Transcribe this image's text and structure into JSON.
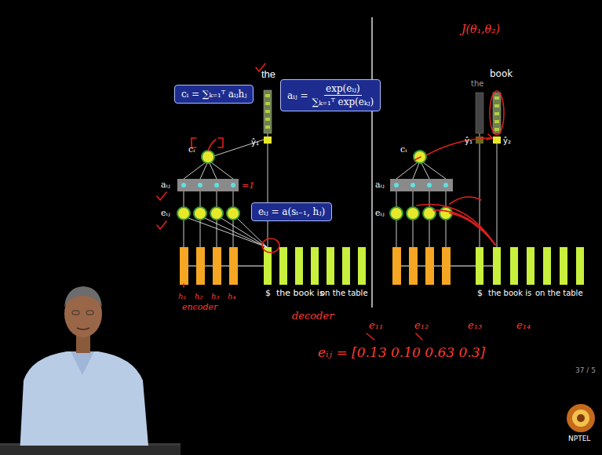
{
  "diagram": {
    "nodes": [
      {
        "text": [
          "cᵢ = ∑ₖ₌₁ᵀ aᵢⱼhⱼ"
        ]
      },
      {
        "text": [
          "aᵢⱼ =",
          "exp(eᵢⱼ)",
          "∑ₖ₌₁ᵀ exp(eₖⱼ)"
        ]
      },
      {
        "text": [
          "eᵢⱼ = a(sᵢ₋₁, hⱼ)"
        ]
      }
    ],
    "labels": [
      "the",
      "ŷ₁",
      "cᵢ",
      "aᵢⱼ",
      "eᵢⱼ",
      "$",
      "the book is",
      "on the table",
      "ŷ₁",
      "ŷ₂",
      "the",
      "book",
      "cᵢ",
      "aᵢⱼ",
      "eᵢⱼ",
      "$",
      "the book is",
      "on the table",
      "h₁",
      "h₂",
      "h₃",
      "h₄",
      "encoder",
      "decoder",
      "=1",
      "J(θ₁,θ₂)",
      "e₁₁",
      "e₁₂",
      "e₁₃",
      "e₁₄",
      "eᵢⱼ = [0.13  0.10  0.63  0.3]",
      "37 / 5",
      "NPTEL"
    ]
  }
}
